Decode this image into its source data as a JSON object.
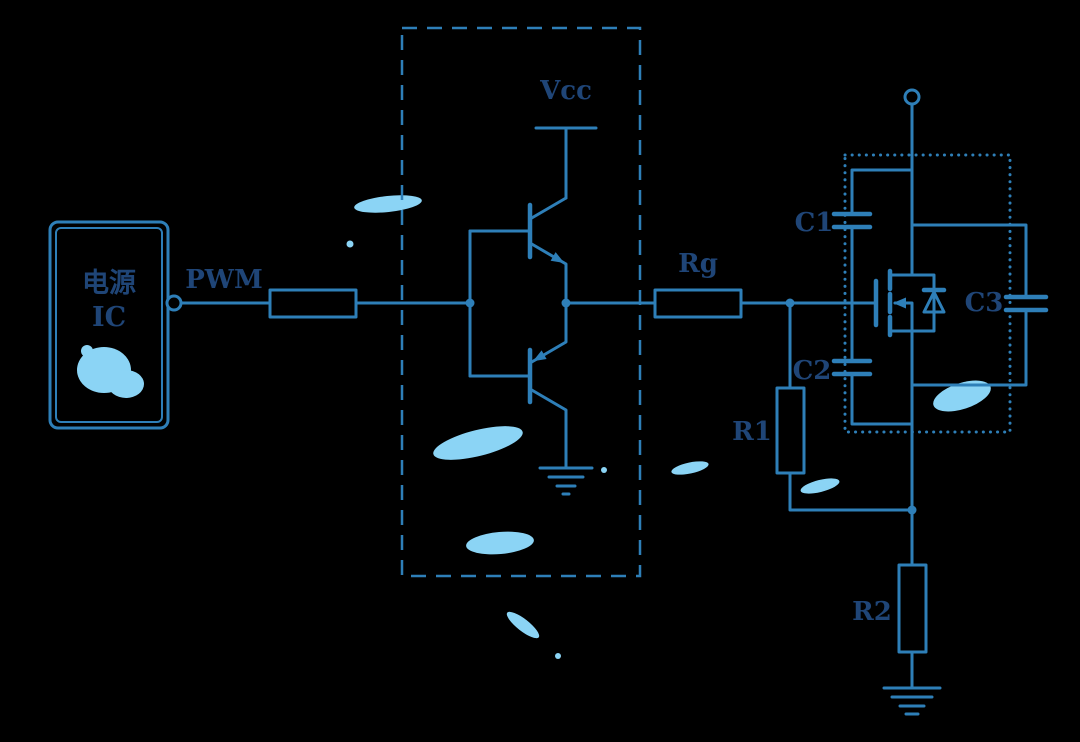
{
  "colors": {
    "bg": "#000000",
    "line": "#2e7fb8",
    "label": "#1f4577",
    "splash": "#8bd4f5"
  },
  "circuit": {
    "type": "schematic",
    "description": "Power IC PWM output driving a push-pull transistor stage through a resistor, then through gate resistor Rg into an N-MOSFET with body diode; capacitors C1, C2, C3 and resistors R1, R2 around the MOSFET.",
    "power_ic": {
      "line1": "电源",
      "line2": "IC"
    },
    "labels": {
      "pwm": "PWM",
      "vcc": "Vcc",
      "rg": "Rg",
      "c1": "C1",
      "c2": "C2",
      "c3": "C3",
      "r1": "R1",
      "r2": "R2"
    },
    "components": [
      {
        "id": "power-ic",
        "type": "ic-block",
        "label": "电源 IC"
      },
      {
        "id": "pwm-series-resistor",
        "type": "resistor",
        "label": ""
      },
      {
        "id": "driver-npn",
        "type": "transistor-npn",
        "label": ""
      },
      {
        "id": "driver-pnp",
        "type": "transistor-pnp",
        "label": ""
      },
      {
        "id": "vcc-rail",
        "type": "supply",
        "label": "Vcc"
      },
      {
        "id": "gate-resistor",
        "type": "resistor",
        "label": "Rg"
      },
      {
        "id": "mosfet",
        "type": "n-mosfet-with-body-diode",
        "label": ""
      },
      {
        "id": "c1",
        "type": "capacitor",
        "label": "C1"
      },
      {
        "id": "c2",
        "type": "capacitor",
        "label": "C2"
      },
      {
        "id": "c3",
        "type": "capacitor",
        "label": "C3"
      },
      {
        "id": "r1",
        "type": "resistor",
        "label": "R1"
      },
      {
        "id": "r2",
        "type": "resistor",
        "label": "R2"
      }
    ]
  }
}
